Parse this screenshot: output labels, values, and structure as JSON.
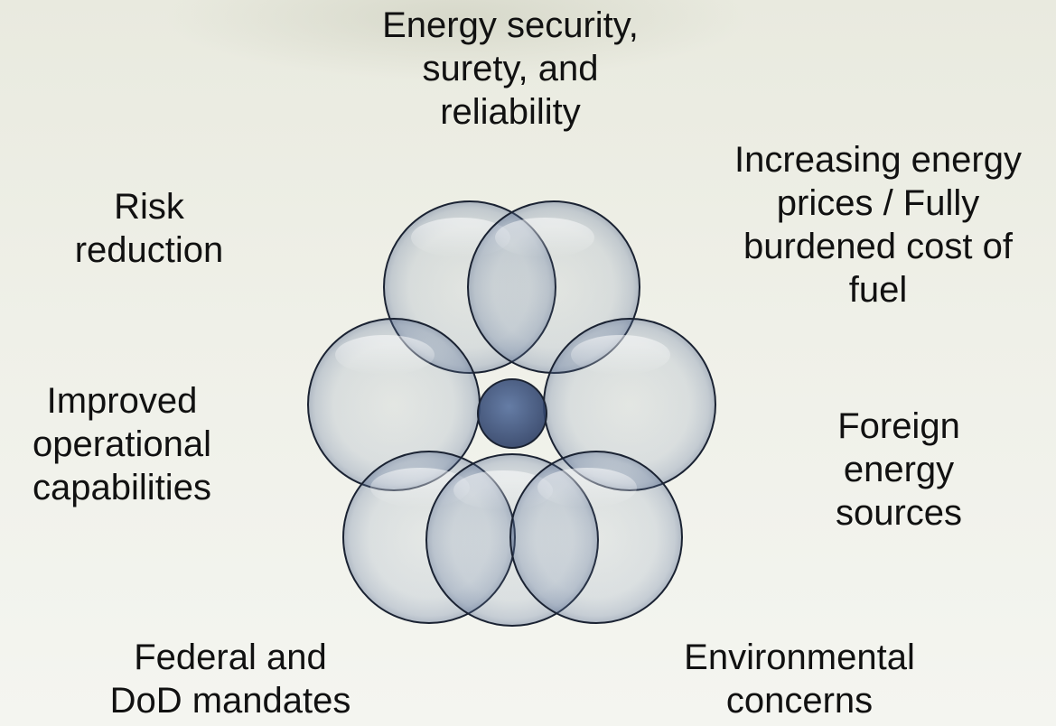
{
  "labels": {
    "top": [
      "Energy security,",
      "surety, and",
      "reliability"
    ],
    "top_right": [
      "Increasing energy",
      "prices / Fully",
      "burdened cost of",
      "fuel"
    ],
    "risk": [
      "Risk",
      "reduction"
    ],
    "improved": [
      "Improved",
      "operational",
      "capabilities"
    ],
    "foreign": [
      "Foreign",
      "energy",
      "sources"
    ],
    "federal": [
      "Federal and",
      "DoD mandates"
    ],
    "environmental": [
      "Environmental",
      "concerns"
    ]
  },
  "colors": {
    "circle_fill": "#6f85a8",
    "circle_stroke": "#1a2232",
    "center_fill": "#3a4f7a",
    "text": "#111111"
  }
}
